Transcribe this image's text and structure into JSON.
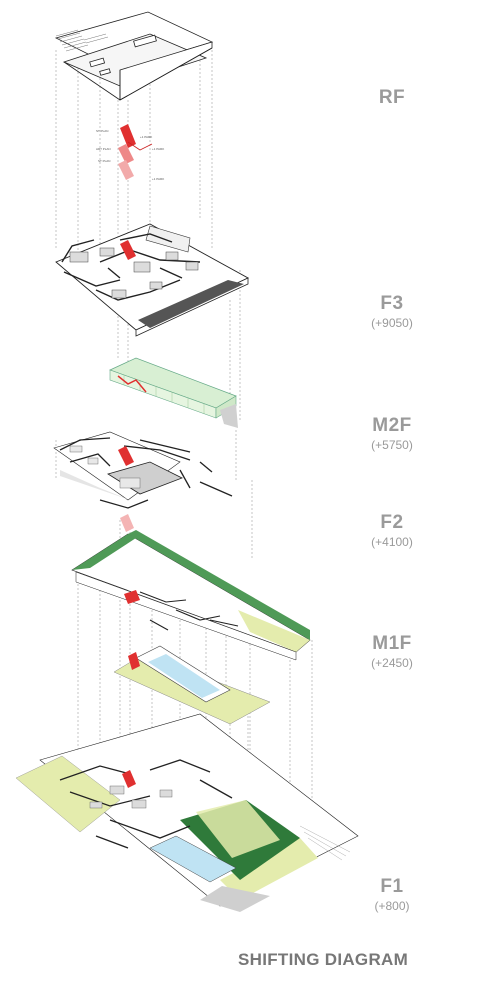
{
  "diagram": {
    "title": "SHIFTING DIAGRAM",
    "levels": [
      {
        "name": "RF",
        "elevation": ""
      },
      {
        "name": "F3",
        "elevation": "(+9050)"
      },
      {
        "name": "M2F",
        "elevation": "(+5750)"
      },
      {
        "name": "F2",
        "elevation": "(+4100)"
      },
      {
        "name": "M1F",
        "elevation": "(+2450)"
      },
      {
        "name": "F1",
        "elevation": "(+800)"
      }
    ],
    "colors": {
      "lines": "#222222",
      "projection_lines": "#888888",
      "stair_red": "#e03030",
      "green_roof": "#4f9a57",
      "lawn": "#e4ecad",
      "pool_blue": "#bfe3f3",
      "mezzanine_green": "#d8efd3",
      "label_gray": "#9a9a9a"
    }
  }
}
